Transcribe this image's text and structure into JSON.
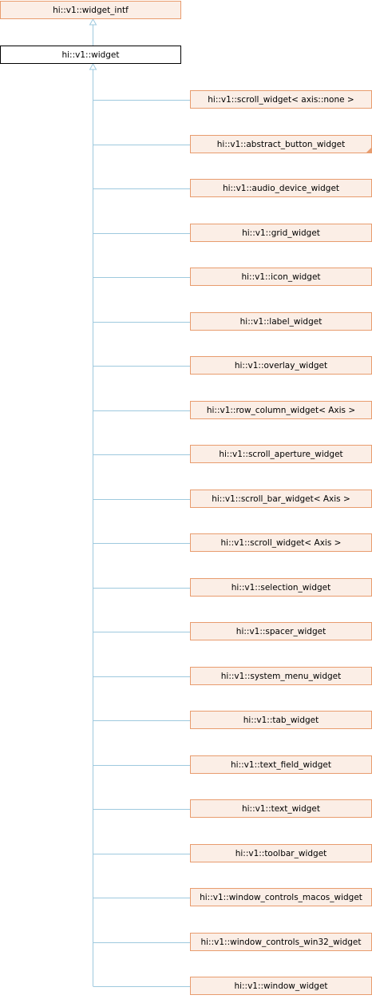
{
  "diagram": {
    "base_class": {
      "label": "hi::v1::widget_intf"
    },
    "current_class": {
      "label": "hi::v1::widget"
    },
    "derived_classes": [
      {
        "label": "hi::v1::scroll_widget< axis::none >",
        "has_more": false
      },
      {
        "label": "hi::v1::abstract_button_widget",
        "has_more": true
      },
      {
        "label": "hi::v1::audio_device_widget",
        "has_more": false
      },
      {
        "label": "hi::v1::grid_widget",
        "has_more": false
      },
      {
        "label": "hi::v1::icon_widget",
        "has_more": false
      },
      {
        "label": "hi::v1::label_widget",
        "has_more": false
      },
      {
        "label": "hi::v1::overlay_widget",
        "has_more": false
      },
      {
        "label": "hi::v1::row_column_widget< Axis >",
        "has_more": false
      },
      {
        "label": "hi::v1::scroll_aperture_widget",
        "has_more": false
      },
      {
        "label": "hi::v1::scroll_bar_widget< Axis >",
        "has_more": false
      },
      {
        "label": "hi::v1::scroll_widget< Axis >",
        "has_more": false
      },
      {
        "label": "hi::v1::selection_widget",
        "has_more": false
      },
      {
        "label": "hi::v1::spacer_widget",
        "has_more": false
      },
      {
        "label": "hi::v1::system_menu_widget",
        "has_more": false
      },
      {
        "label": "hi::v1::tab_widget",
        "has_more": false
      },
      {
        "label": "hi::v1::text_field_widget",
        "has_more": false
      },
      {
        "label": "hi::v1::text_widget",
        "has_more": false
      },
      {
        "label": "hi::v1::toolbar_widget",
        "has_more": false
      },
      {
        "label": "hi::v1::window_controls_macos_widget",
        "has_more": false
      },
      {
        "label": "hi::v1::window_controls_win32_widget",
        "has_more": false
      },
      {
        "label": "hi::v1::window_widget",
        "has_more": false
      }
    ],
    "colors": {
      "edge": "#9ec9de",
      "box_fill": "#fbeee6",
      "box_border": "#e89c6e",
      "current_border": "#000000"
    }
  }
}
